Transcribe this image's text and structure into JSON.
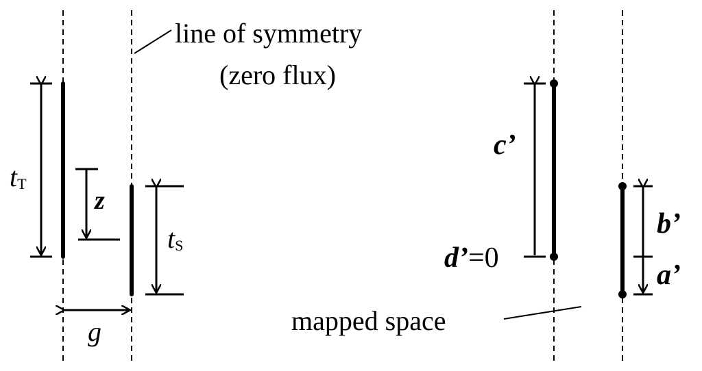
{
  "labels": {
    "line_of_symmetry": "line of symmetry",
    "zero_flux": "(zero flux)",
    "t_T_main": "t",
    "t_T_sub": "T",
    "t_S_main": "t",
    "t_S_sub": "S",
    "z": "z",
    "g": "g",
    "c_prime": "c’",
    "d_prime_main": "d’",
    "d_prime_value": "=0",
    "b_prime": "b’",
    "a_prime": "a’",
    "mapped_space": "mapped space"
  }
}
